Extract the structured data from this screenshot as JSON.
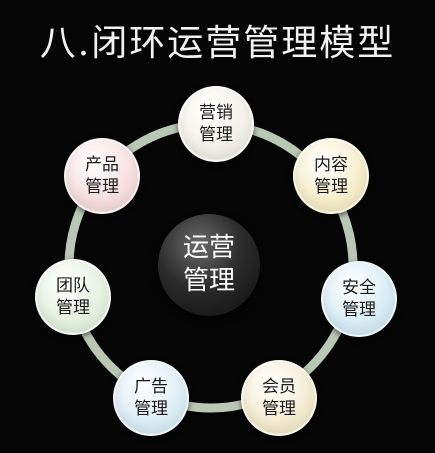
{
  "title": "八.闭环运营管理模型",
  "center": {
    "line1": "运营",
    "line2": "管理"
  },
  "nodes": [
    {
      "line1": "营销",
      "line2": "管理",
      "icon": "marketing",
      "color": "#f2f0e6"
    },
    {
      "line1": "内容",
      "line2": "管理",
      "icon": "content",
      "color": "#f6edc9"
    },
    {
      "line1": "安全",
      "line2": "管理",
      "icon": "security",
      "color": "#d6ecf5"
    },
    {
      "line1": "会员",
      "line2": "管理",
      "icon": "member",
      "color": "#f4ebcf"
    },
    {
      "line1": "广告",
      "line2": "管理",
      "icon": "advertising",
      "color": "#dcedf6"
    },
    {
      "line1": "团队",
      "line2": "管理",
      "icon": "team",
      "color": "#e4f1de"
    },
    {
      "line1": "产品",
      "line2": "管理",
      "icon": "product",
      "color": "#f6dede"
    }
  ],
  "ring_color": "#b9c7b5"
}
